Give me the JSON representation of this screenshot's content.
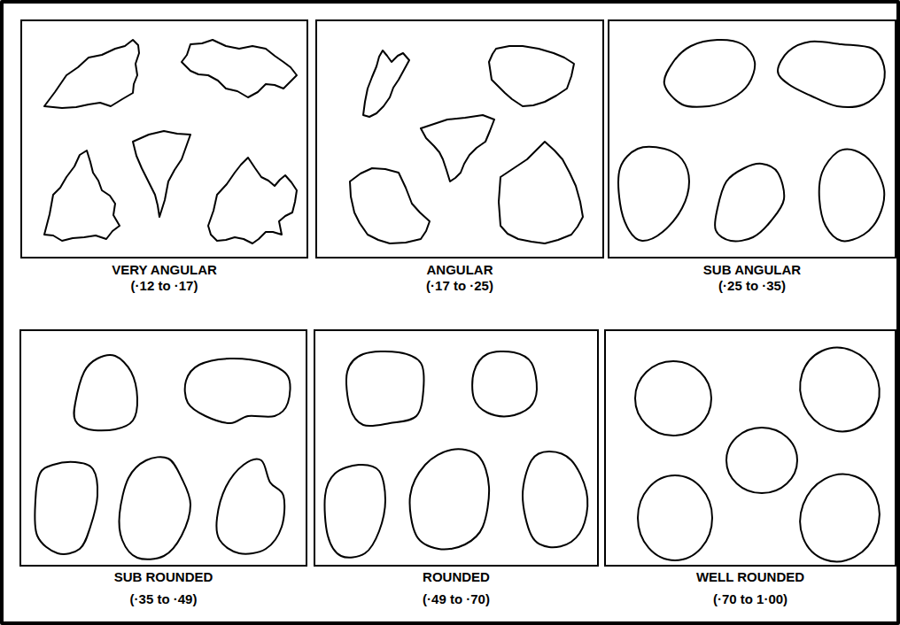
{
  "diagram": {
    "nodes": [
      {
        "text": [
          "VERY ANGULAR",
          "(·12 to ·17)"
        ]
      },
      {
        "text": [
          "ANGULAR",
          "(·17 to ·25)"
        ]
      },
      {
        "text": [
          "SUB ANGULAR",
          "(·25 to ·35)"
        ]
      },
      {
        "text": [
          "SUB ROUNDED",
          "(·35 to ·49)"
        ]
      },
      {
        "text": [
          "ROUNDED",
          "(·49 to ·70)"
        ]
      },
      {
        "text": [
          "WELL ROUNDED",
          "(·70 to 1·00)"
        ]
      }
    ]
  }
}
